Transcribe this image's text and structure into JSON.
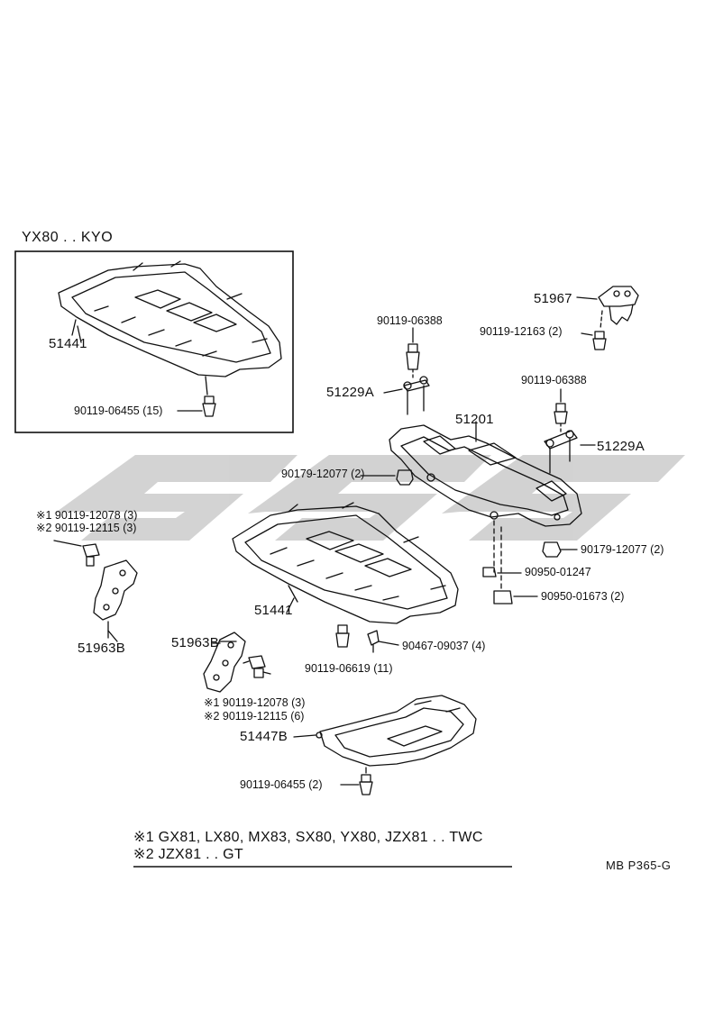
{
  "inset": {
    "title": "YX80 . . KYO",
    "part_51441": "51441",
    "bolt": "90119-06455 (15)"
  },
  "parts": {
    "p51967": "51967",
    "p90119_12163": "90119-12163 (2)",
    "p90119_06388_a": "90119-06388",
    "p51229A_left": "51229A",
    "p90119_06388_b": "90119-06388",
    "p51201": "51201",
    "p51229A_right": "51229A",
    "p90179_12077_left": "90179-12077 (2)",
    "p90179_12077_right": "90179-12077 (2)",
    "p90950_01247": "90950-01247",
    "p90950_01673": "90950-01673 (2)",
    "p51441_main": "51441",
    "p90467_09037": "90467-09037 (4)",
    "p90119_06619": "90119-06619 (11)",
    "left_bolt_1": "※1 90119-12078 (3)",
    "left_bolt_2": "※2 90119-12115 (3)",
    "p51963B_left": "51963B",
    "p51963B_mid": "51963B",
    "mid_bolt_1": "※1 90119-12078 (3)",
    "mid_bolt_2": "※2 90119-12115 (6)",
    "p51447B": "51447B",
    "p90119_06455_bottom": "90119-06455 (2)"
  },
  "notes": {
    "note1": "※1 GX81, LX80, MX83, SX80, YX80, JZX81 . . TWC",
    "note2": "※2 JZX81 . . GT"
  },
  "code": "MB P365-G",
  "colors": {
    "line": "#111111",
    "watermark": "#c9c9c9"
  }
}
